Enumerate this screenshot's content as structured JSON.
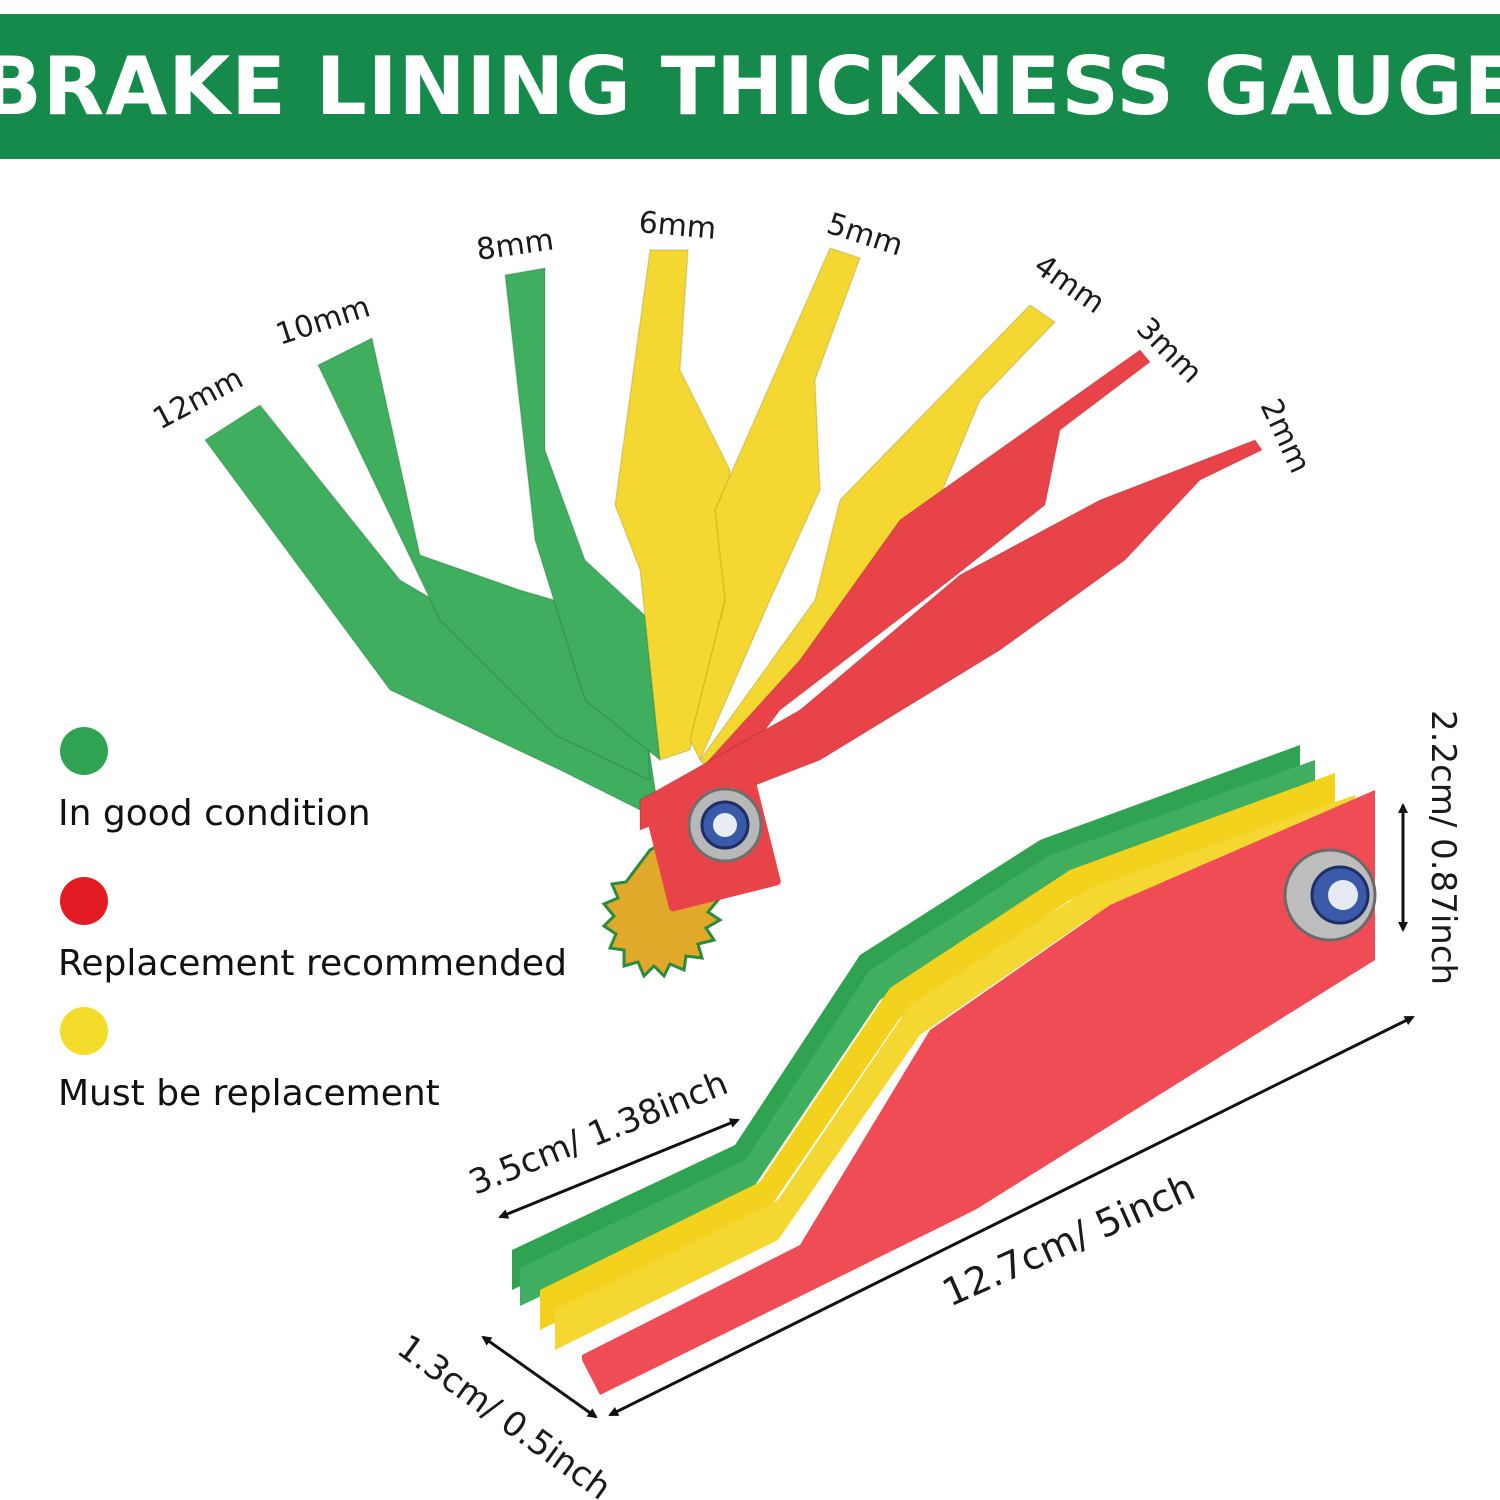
{
  "banner": {
    "title": "BRAKE LINING THICKNESS GAUGE",
    "color": "#168a4a"
  },
  "gauges": [
    {
      "label": "12mm",
      "color": "#3fae5e",
      "status": "good"
    },
    {
      "label": "10mm",
      "color": "#3fae5e",
      "status": "good"
    },
    {
      "label": "8mm",
      "color": "#3fae5e",
      "status": "good"
    },
    {
      "label": "6mm",
      "color": "#f5d731",
      "status": "must-replace"
    },
    {
      "label": "5mm",
      "color": "#f5d731",
      "status": "must-replace"
    },
    {
      "label": "4mm",
      "color": "#f5d731",
      "status": "must-replace"
    },
    {
      "label": "3mm",
      "color": "#e9434a",
      "status": "replace-recommended"
    },
    {
      "label": "2mm",
      "color": "#e9434a",
      "status": "replace-recommended"
    }
  ],
  "legend": [
    {
      "color": "#2fa352",
      "text": "In good condition"
    },
    {
      "color": "#e31b23",
      "text": "Replacement recommended"
    },
    {
      "color": "#f3dc2a",
      "text": "Must be replacement"
    }
  ],
  "dimensions": {
    "height": "2.2cm/ 0.87inch",
    "tip_length": "3.5cm/ 1.38inch",
    "total_length": "12.7cm/ 5inch",
    "thickness": "1.3cm/ 0.5inch"
  }
}
